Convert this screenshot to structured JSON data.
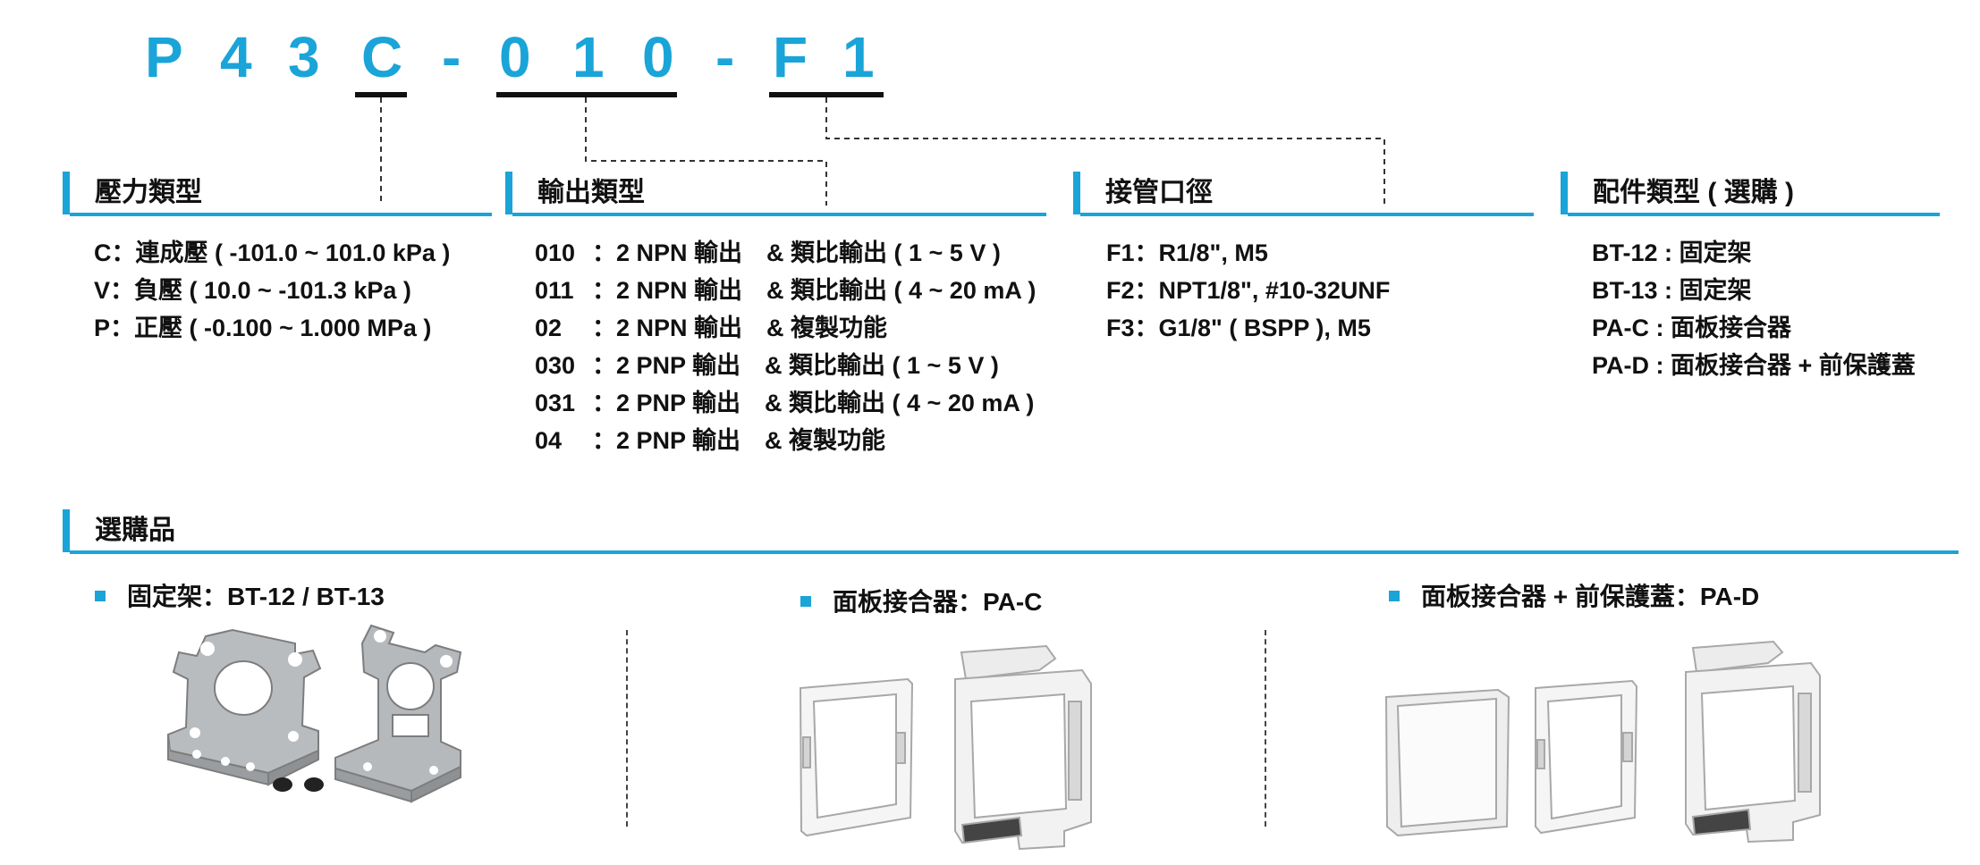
{
  "model_code": [
    "P",
    "4",
    "3",
    "C",
    "-",
    "0",
    "1",
    "0",
    "-",
    "F",
    "1"
  ],
  "sections": {
    "pressure_type": {
      "title": "壓力類型",
      "items": [
        {
          "code": "C",
          "sep": "：",
          "text": "連成壓 ( -101.0 ~ 101.0 kPa )"
        },
        {
          "code": "V",
          "sep": "：",
          "text": "負壓 ( 10.0 ~ -101.3 kPa )"
        },
        {
          "code": "P",
          "sep": "：",
          "text": "正壓 ( -0.100 ~ 1.000 MPa )"
        }
      ]
    },
    "output_type": {
      "title": "輸出類型",
      "items": [
        {
          "code": "010",
          "sep": "：",
          "text": "2 NPN 輸出　& 類比輸出 ( 1 ~ 5 V )"
        },
        {
          "code": "011",
          "sep": "：",
          "text": "2 NPN 輸出　& 類比輸出 ( 4 ~ 20 mA )"
        },
        {
          "code": "02",
          "sep": "：",
          "text": "2 NPN 輸出　& 複製功能"
        },
        {
          "code": "030",
          "sep": "：",
          "text": "2 PNP 輸出　& 類比輸出 ( 1 ~ 5 V )"
        },
        {
          "code": "031",
          "sep": "：",
          "text": "2 PNP 輸出　& 類比輸出 ( 4 ~ 20 mA )"
        },
        {
          "code": "04",
          "sep": "：",
          "text": "2 PNP 輸出　& 複製功能"
        }
      ]
    },
    "port_size": {
      "title": "接管口徑",
      "items": [
        {
          "code": "F1",
          "sep": "：",
          "text": "R1/8\", M5"
        },
        {
          "code": "F2",
          "sep": "：",
          "text": "NPT1/8\", #10-32UNF"
        },
        {
          "code": "F3",
          "sep": "：",
          "text": "G1/8\" ( BSPP ), M5"
        }
      ]
    },
    "accessory_type": {
      "title": "配件類型 ( 選購 )",
      "items": [
        {
          "code": "BT-12",
          "sep": " : ",
          "text": "固定架"
        },
        {
          "code": "BT-13",
          "sep": " : ",
          "text": "固定架"
        },
        {
          "code": "PA-C",
          "sep": " : ",
          "text": "面板接合器"
        },
        {
          "code": "PA-D",
          "sep": " : ",
          "text": "面板接合器 + 前保護蓋"
        }
      ]
    }
  },
  "optional": {
    "title": "選購品",
    "items": [
      {
        "label": "固定架：BT-12 / BT-13"
      },
      {
        "label": "面板接合器：PA-C"
      },
      {
        "label": "面板接合器 + 前保護蓋：PA-D"
      }
    ]
  },
  "colors": {
    "accent": "#1aa4d8",
    "text": "#111111"
  }
}
